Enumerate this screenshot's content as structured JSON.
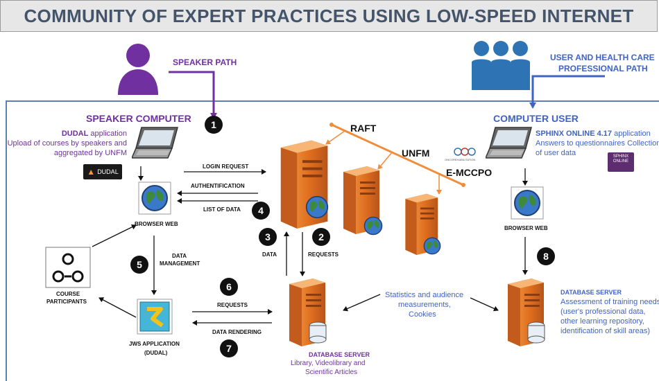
{
  "title": "COMMUNITY OF EXPERT PRACTICES USING LOW-SPEED INTERNET",
  "speaker_path": "SPEAKER PATH",
  "user_path_line1": "USER AND HEALTH CARE",
  "user_path_line2": "PROFESSIONAL PATH",
  "speaker_computer": "SPEAKER COMPUTER",
  "dudal_app_name": "DUDAL",
  "dudal_app_suffix": " application",
  "dudal_desc_line1": "Upload of courses by speakers and",
  "dudal_desc_line2": "aggregated by UNFM",
  "dudal_logo": "DUDAL",
  "computer_user": "COMPUTER USER",
  "sphinx_app_name": "SPHINX ONLINE 4.17",
  "sphinx_app_suffix": " application",
  "sphinx_desc_line1": "Answers to questionnaires Collection",
  "sphinx_desc_line2": "of user data",
  "sphinx_logo_line1": "SPHINX",
  "sphinx_logo_line2": "ONLINE",
  "raft": "RAFT",
  "unfm": "UNFM",
  "emccpo": "E-MCCPO",
  "onco_logo": "ONCOREHABILITATION",
  "login_request": "LOGIN REQUEST",
  "authentification": "AUTHENTIFICATION",
  "list_of_data": "LIST OF DATA",
  "browser_web_left": "BROWSER WEB",
  "browser_web_right": "BROWSER WEB",
  "data_label": "DATA",
  "requests_right": "REQUESTS",
  "data_management_line1": "DATA",
  "data_management_line2": "MANAGEMENT",
  "course_participants_line1": "COURSE",
  "course_participants_line2": "PARTICIPANTS",
  "requests_bottom": "REQUESTS",
  "data_rendering": "DATA RENDERING",
  "jws_line1": "JWS  APPLICATION",
  "jws_line2": "(DUDAL)",
  "db_left_title": "DATABASE SERVER",
  "db_left_desc_line1": "Library, Videolibrary and",
  "db_left_desc_line2": "Scientific Articles",
  "stats_line1": "Statistics and audience",
  "stats_line2": "measurements,",
  "stats_line3": "Cookies",
  "db_right_title": "DATABASE SERVER",
  "db_right_desc_line1": "Assessment of training needs",
  "db_right_desc_line2": "(user's professional data,",
  "db_right_desc_line3": "other learning repository,",
  "db_right_desc_line4": "identification of skill areas)",
  "badges": [
    "1",
    "2",
    "3",
    "4",
    "5",
    "6",
    "7",
    "8"
  ],
  "colors": {
    "purple": "#7030a0",
    "blue": "#3f63c4",
    "server_orange": "#e07b2a",
    "rule_blue": "#5b7fb6",
    "raft_line": "#f08c3a"
  }
}
